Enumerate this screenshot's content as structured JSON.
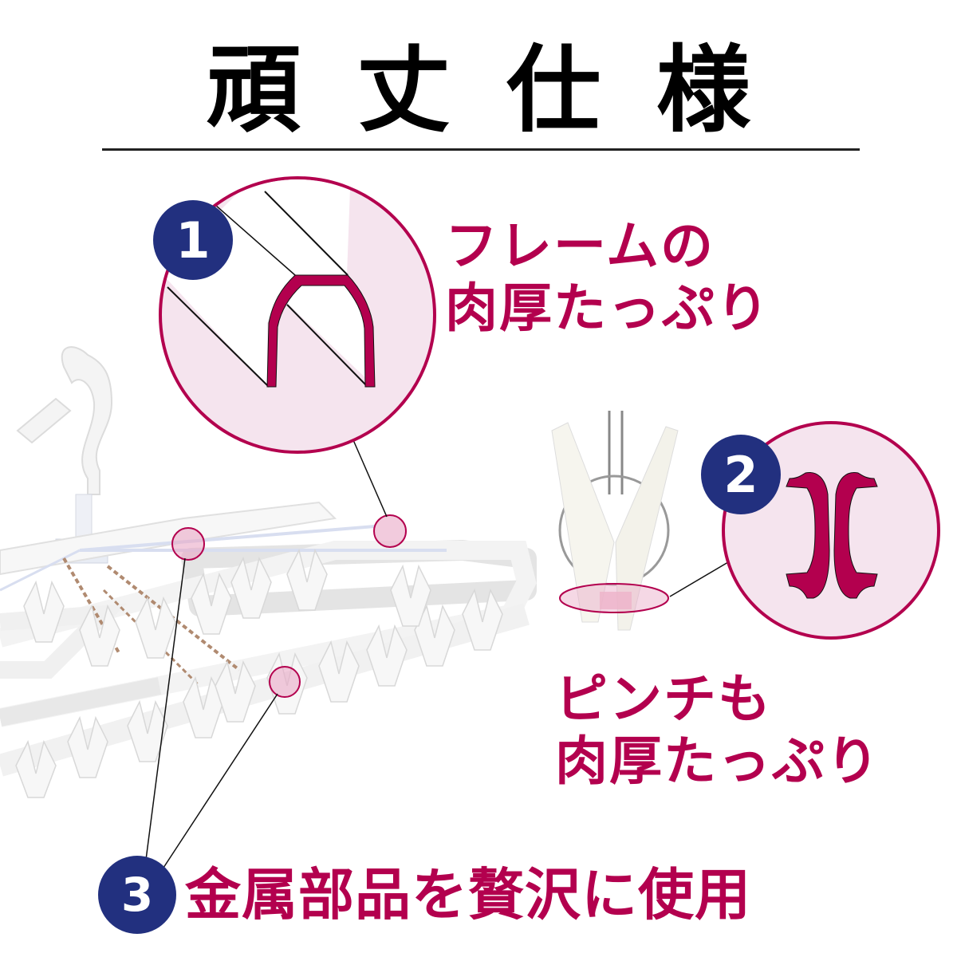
{
  "header": {
    "title": "頑丈仕様"
  },
  "features": [
    {
      "number": "1",
      "caption_line1": "フレームの",
      "caption_line2": "肉厚たっぷり",
      "illustration": "frame-cross-section"
    },
    {
      "number": "2",
      "caption_line1": "ピンチも",
      "caption_line2": "肉厚たっぷり",
      "illustration": "clothespin-cross-section"
    },
    {
      "number": "3",
      "caption_line1": "金属部品を贅沢に使用",
      "illustration": "metal-parts-highlights"
    }
  ],
  "colors": {
    "accent_magenta": "#b3004e",
    "badge_navy": "#22307f",
    "circle_fill": "#f5e4ee",
    "title_black": "#000000"
  }
}
